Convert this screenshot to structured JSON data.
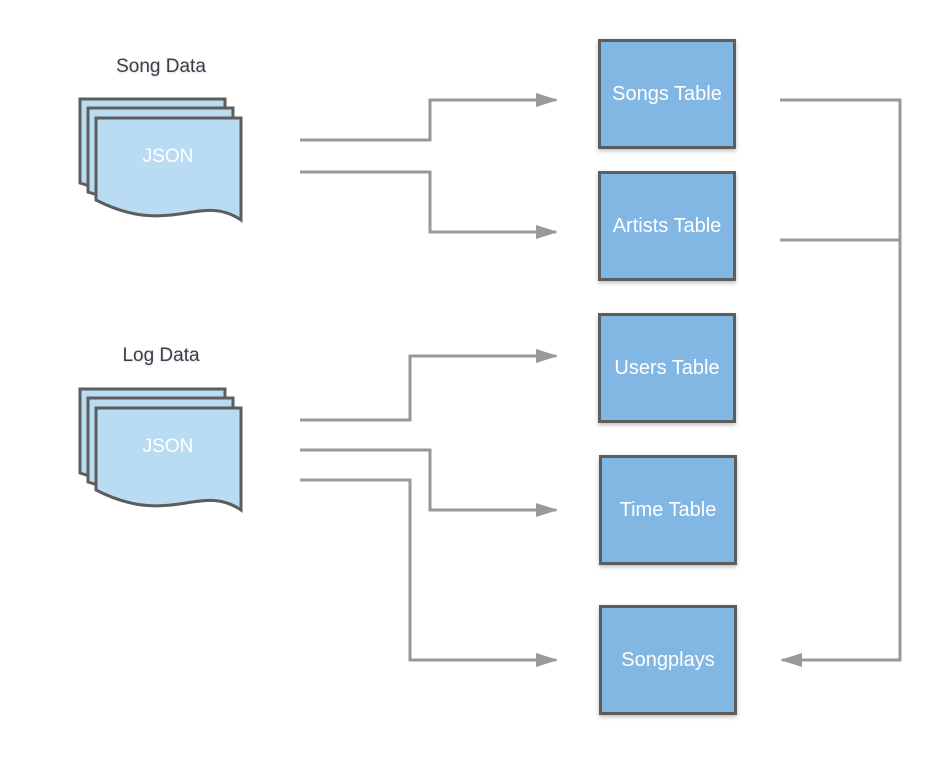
{
  "sources": [
    {
      "title": "Song Data",
      "doc_label": "JSON"
    },
    {
      "title": "Log Data",
      "doc_label": "JSON"
    }
  ],
  "tables": [
    {
      "label": "Songs Table"
    },
    {
      "label": "Artists Table"
    },
    {
      "label": "Users Table"
    },
    {
      "label": "Time Table"
    },
    {
      "label": "Songplays"
    }
  ],
  "colors": {
    "box_fill": "#82b7e3",
    "doc_fill": "#b9dcf3",
    "border": "#5d5d5d",
    "arrow": "#999999"
  }
}
